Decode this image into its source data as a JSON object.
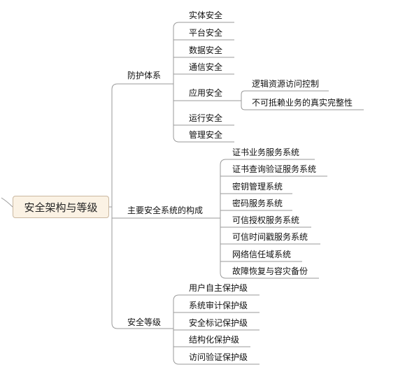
{
  "root": {
    "label": "安全架构与等级"
  },
  "branches": [
    {
      "label": "防护体系",
      "children": [
        {
          "label": "实体安全"
        },
        {
          "label": "平台安全"
        },
        {
          "label": "数据安全"
        },
        {
          "label": "通信安全"
        },
        {
          "label": "应用安全",
          "children": [
            {
              "label": "逻辑资源访问控制"
            },
            {
              "label": "不可抵赖业务的真实完整性"
            }
          ]
        },
        {
          "label": "运行安全"
        },
        {
          "label": "管理安全"
        }
      ]
    },
    {
      "label": "主要安全系统的构成",
      "children": [
        {
          "label": "证书业务服务系统"
        },
        {
          "label": "证书查询验证服务系统"
        },
        {
          "label": "密钥管理系统"
        },
        {
          "label": "密码服务系统"
        },
        {
          "label": "可信授权服务系统"
        },
        {
          "label": "可信时间戳服务系统"
        },
        {
          "label": "网络信任域系统"
        },
        {
          "label": "故障恢复与容灾备份"
        }
      ]
    },
    {
      "label": "安全等级",
      "children": [
        {
          "label": "用户自主保护级"
        },
        {
          "label": "系统审计保护级"
        },
        {
          "label": "安全标记保护级"
        },
        {
          "label": "结构化保护级"
        },
        {
          "label": "访问验证保护级"
        }
      ]
    }
  ]
}
